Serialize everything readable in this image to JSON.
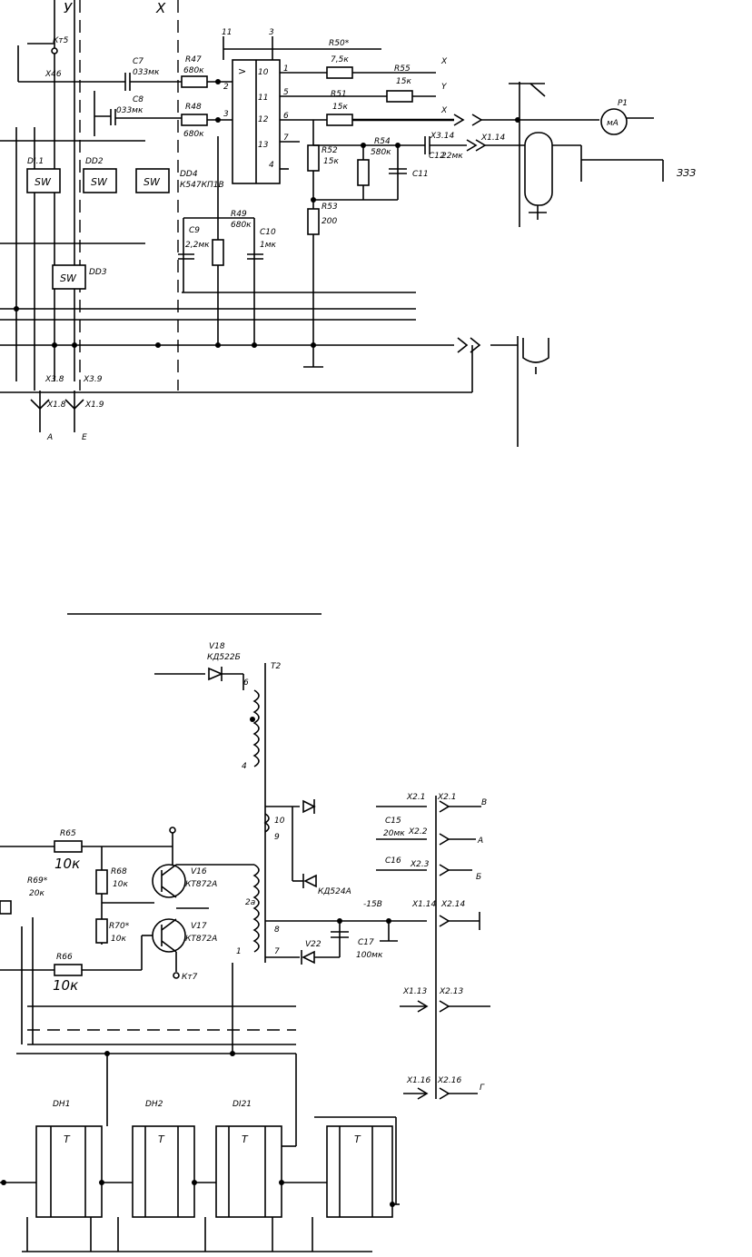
{
  "top_header": {
    "col_y": "У",
    "col_x": "Х"
  },
  "top_labels": {
    "kt5": "Кт5",
    "x46": "X46",
    "c7": "C7",
    "c7_val": "033мк",
    "c8": "C8",
    "c8_val": "033мк",
    "r47": "R47",
    "r47_val": "680к",
    "r48": "R48",
    "r48_val": "680к",
    "r49": "R49",
    "r49_val": "680к",
    "c9": "C9",
    "c9_val": "2,2мк",
    "c10": "C10",
    "c10_val": "1мк",
    "r50": "R50*",
    "r50_val": "7,5к",
    "r51": "R51",
    "r51_val": "15к",
    "r55": "R55",
    "r55_val": "15к",
    "r52": "R52",
    "r52_val": "15к",
    "r53": "R53",
    "r53_val": "200",
    "r54": "R54",
    "r54_val": "580к",
    "c11": "C11",
    "c12": "C12",
    "c12_val": "22мк",
    "x3_14": "X3.14",
    "x1_14": "X1.14",
    "p1": "P1",
    "ma": "мА",
    "s33": "ЗЗЗ",
    "dd1": "DI.1",
    "dd2": "DD2",
    "dd4": "DD4",
    "dd4_type": "К547КП1В",
    "dd3": "DD3",
    "sw": "SW",
    "x3_8": "X3.8",
    "x3_9": "X3.9",
    "x1_8": "X1.8",
    "x1_9": "X1.9",
    "out_a": "А",
    "out_e": "Е",
    "out_x": "X",
    "out_y": "Y",
    "out_z": "X"
  },
  "bottom_labels": {
    "v18": "V18",
    "v18_type": "КД522Б",
    "t2": "T2",
    "r65": "R65",
    "r65_val": "10к",
    "r68": "R68",
    "r68_val": "10к",
    "r69": "R69*",
    "r69_val": "20к",
    "r70": "R70*",
    "r70_val": "10к",
    "r66": "R66",
    "r66_val": "10к",
    "v16": "V16",
    "v16_type": "КТ872А",
    "v17": "V17",
    "v17_type": "КТ872А",
    "kt7": "Кт7",
    "c15": "C15",
    "c15_val": "20мк",
    "c16": "C16",
    "v22": "V22",
    "c17": "C17",
    "c17_val": "100мк",
    "v20_type": "КД524А",
    "neg15": "-15В",
    "x2_1": "X2.1",
    "x2_2": "X2.2",
    "x2_3": "X2.3",
    "x2_14": "X2.14",
    "x1_14b": "X1.14",
    "x1_13": "X1.13",
    "x2_13": "X2.13",
    "x1_16": "X1.16",
    "x2_16": "X2.16",
    "out_b": "В",
    "out_a": "А",
    "out_b2": "Б",
    "out_g": "Г",
    "dh1": "DH1",
    "dh2": "DH2",
    "dd121": "DI21",
    "chip_t": "T"
  }
}
